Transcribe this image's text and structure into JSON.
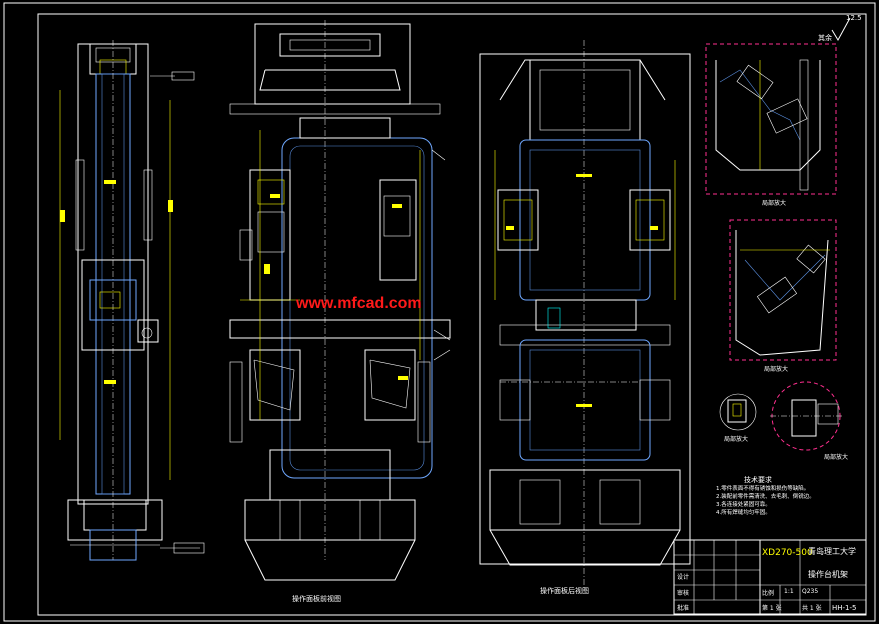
{
  "watermark": "www.mfcad.com",
  "watermark_color": "#ff1a1a",
  "accent_colors": {
    "outline": "#ffffff",
    "part": "#6fa8ff",
    "detail_frame": "#ff2f8f",
    "dimension": "#ffff00"
  },
  "views": {
    "front_label": "操作面板前视图",
    "rear_label": "操作面板后视图",
    "detail_a": "局部放大",
    "detail_b": "局部放大",
    "detail_c": "局部放大",
    "detail_d": "局部放大"
  },
  "roughness": {
    "value": "12.5",
    "prefix": "其余"
  },
  "notes": {
    "title": "技术要求",
    "items": [
      "1.零件表面不得有锈蚀和损伤等缺陷。",
      "2.装配前零件需清洗、去毛刺、倒锐边。",
      "3.各连接处紧固可靠。",
      "4.所有焊缝均匀牢固。"
    ]
  },
  "title_block": {
    "drawing_title": "XD270-500",
    "school": "青岛理工大学",
    "part_name": "操作台机架",
    "drawing_no": "HH-1-5",
    "scale_label": "比例",
    "scale": "1:1",
    "sheet": "第 1 张",
    "total": "共 1 张",
    "designer": "设计",
    "checker": "审核",
    "approver": "批准",
    "material": "Q235"
  }
}
